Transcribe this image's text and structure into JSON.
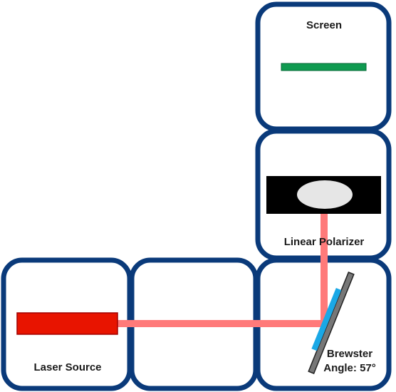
{
  "colors": {
    "panel_border": "#0a3a7a",
    "laser_body": "#e81400",
    "laser_beam": "#ff7a7a",
    "screen_bar": "#0f9a50",
    "polarizer_frame": "#000000",
    "polarizer_lens": "#e6e6e6",
    "brewster_plate": "#777777",
    "brewster_coating": "#1aa8e6"
  },
  "panels": {
    "screen": {
      "label": "Screen"
    },
    "polarizer": {
      "label": "Linear Polarizer"
    },
    "laser": {
      "label": "Laser Source"
    },
    "brewster": {
      "label_line1": "Brewster",
      "label_line2": "Angle: 57°"
    }
  }
}
